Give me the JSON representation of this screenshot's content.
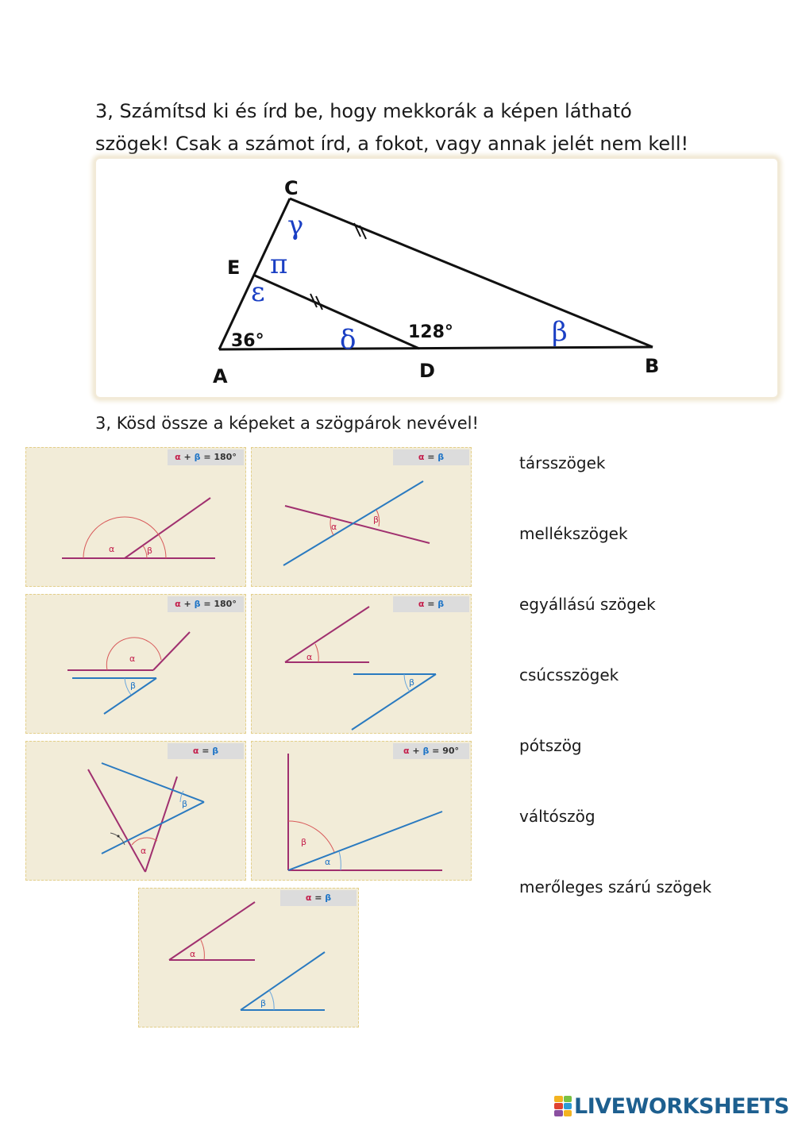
{
  "question1": {
    "line1": "3, Számítsd ki és írd be, hogy mekkorák a képen látható",
    "line2": "szögek! Csak a számot írd, a fokot, vagy annak jelét nem kell!"
  },
  "figure": {
    "points": {
      "A": "A",
      "B": "B",
      "C": "C",
      "D": "D",
      "E": "E"
    },
    "angles": {
      "alpha_at_A": "36°",
      "at_D": "128°",
      "gamma": "γ",
      "pi": "π",
      "epsilon": "ε",
      "delta": "δ",
      "beta": "β"
    }
  },
  "question2": "3, Kösd össze a képeket a szögpárok nevével!",
  "cards": [
    {
      "label_a": "α",
      "label_op": " + ",
      "label_b": "β",
      "label_rest": " = 180°",
      "alpha": "α",
      "beta": "β"
    },
    {
      "label_a": "α",
      "label_op": " = ",
      "label_b": "β",
      "label_rest": "",
      "alpha": "α",
      "beta": "β"
    },
    {
      "label_a": "α",
      "label_op": " + ",
      "label_b": "β",
      "label_rest": " = 180°",
      "alpha": "α",
      "beta": "β"
    },
    {
      "label_a": "α",
      "label_op": " = ",
      "label_b": "β",
      "label_rest": "",
      "alpha": "α",
      "beta": "β"
    },
    {
      "label_a": "α",
      "label_op": " = ",
      "label_b": "β",
      "label_rest": "",
      "alpha": "α",
      "beta": "β"
    },
    {
      "label_a": "α",
      "label_op": " + ",
      "label_b": "β",
      "label_rest": " = 90°",
      "alpha": "α",
      "beta": "β"
    },
    {
      "label_a": "α",
      "label_op": " = ",
      "label_b": "β",
      "label_rest": "",
      "alpha": "α",
      "beta": "β"
    }
  ],
  "terms": [
    "társszögek",
    "mellékszögek",
    "egyállású szögek",
    "csúcsszögek",
    "pótszög",
    "váltószög",
    "merőleges szárú szögek"
  ],
  "brand": {
    "name": "LIVEWORKSHEETS"
  },
  "colors": {
    "magenta": "#a0306f",
    "blue": "#2a7ac0",
    "greek": "#1a3fc4",
    "card_bg": "#f2ecd8"
  }
}
